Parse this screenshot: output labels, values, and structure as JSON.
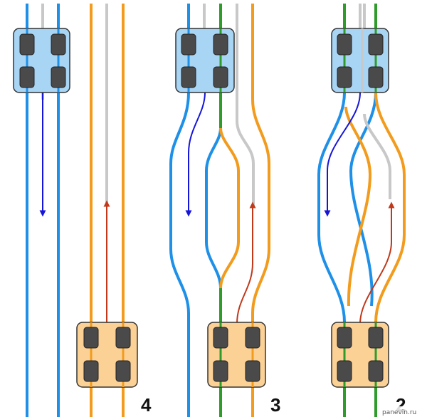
{
  "panels": [
    {
      "number": "4"
    },
    {
      "number": "3"
    },
    {
      "number": "2"
    }
  ],
  "watermark": "panevin.ru",
  "colors": {
    "blue_rail": "#1e90e8",
    "orange_rail": "#f29b1c",
    "grey_rail": "#c8c8c8",
    "green_rail": "#2e9b2a",
    "blue_car": "#a9d5f5",
    "orange_car": "#fcd196",
    "wheel": "#4a4a4a",
    "down_arrow": "#1616d8",
    "up_arrow": "#c0391b"
  }
}
